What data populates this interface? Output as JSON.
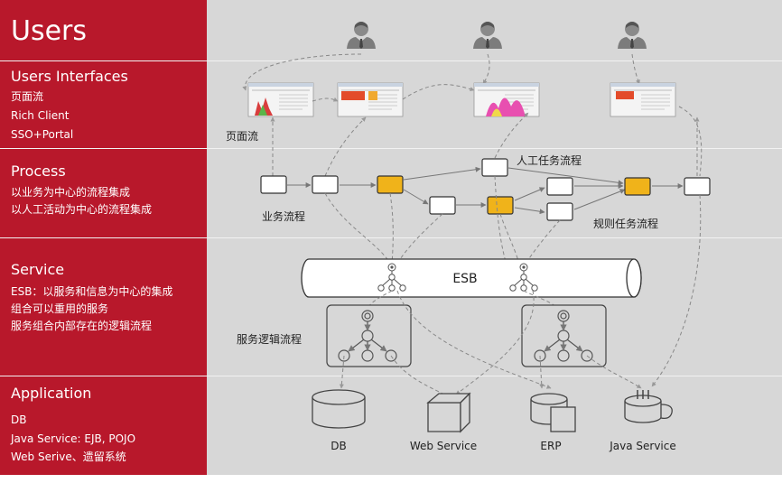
{
  "sidebar": {
    "title": "Users",
    "sections": [
      {
        "title": "Users  Interfaces",
        "lines": [
          "页面流",
          "Rich Client",
          "SSO+Portal"
        ]
      },
      {
        "title": "Process",
        "lines": [
          "以业务为中心的流程集成",
          "以人工活动为中心的流程集成"
        ]
      },
      {
        "title": "Service",
        "lines": [
          "ESB：以服务和信息为中心的集成",
          "组合可以重用的服务",
          "服务组合内部存在的逻辑流程"
        ]
      },
      {
        "title": "Application",
        "lines": [
          "DB",
          "Java Service: EJB, POJO",
          "Web Serive、遗留系统"
        ]
      }
    ]
  },
  "diagram": {
    "labels": {
      "page_flow": "页面流",
      "manual_task_flow": "人工任务流程",
      "business_flow": "业务流程",
      "rule_task_flow": "规则任务流程",
      "esb": "ESB",
      "service_logic_flow": "服务逻辑流程"
    },
    "apps": {
      "db": "DB",
      "web_service": "Web Service",
      "erp": "ERP",
      "java_service": "Java Service"
    }
  },
  "colors": {
    "brand_red": "#b8182b",
    "panel_gray": "#d7d7d7",
    "task_highlight": "#f0b31a"
  }
}
